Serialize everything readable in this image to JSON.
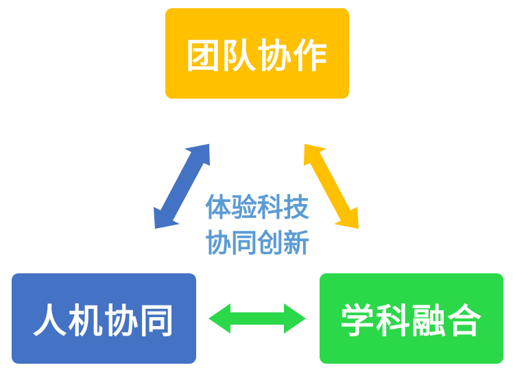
{
  "nodes": {
    "top": {
      "label": "团队协作",
      "color": "#ffc000"
    },
    "left": {
      "label": "人机协同",
      "color": "#4472c4"
    },
    "right": {
      "label": "学科融合",
      "color": "#2bd84a"
    }
  },
  "center": {
    "line1": "体验科技",
    "line2": "协同创新",
    "color": "#5b9bd5"
  },
  "arrows": {
    "left_to_top": {
      "color": "#4472c4"
    },
    "top_to_right": {
      "color": "#ffc000"
    },
    "left_to_right": {
      "color": "#2bd84a"
    }
  }
}
